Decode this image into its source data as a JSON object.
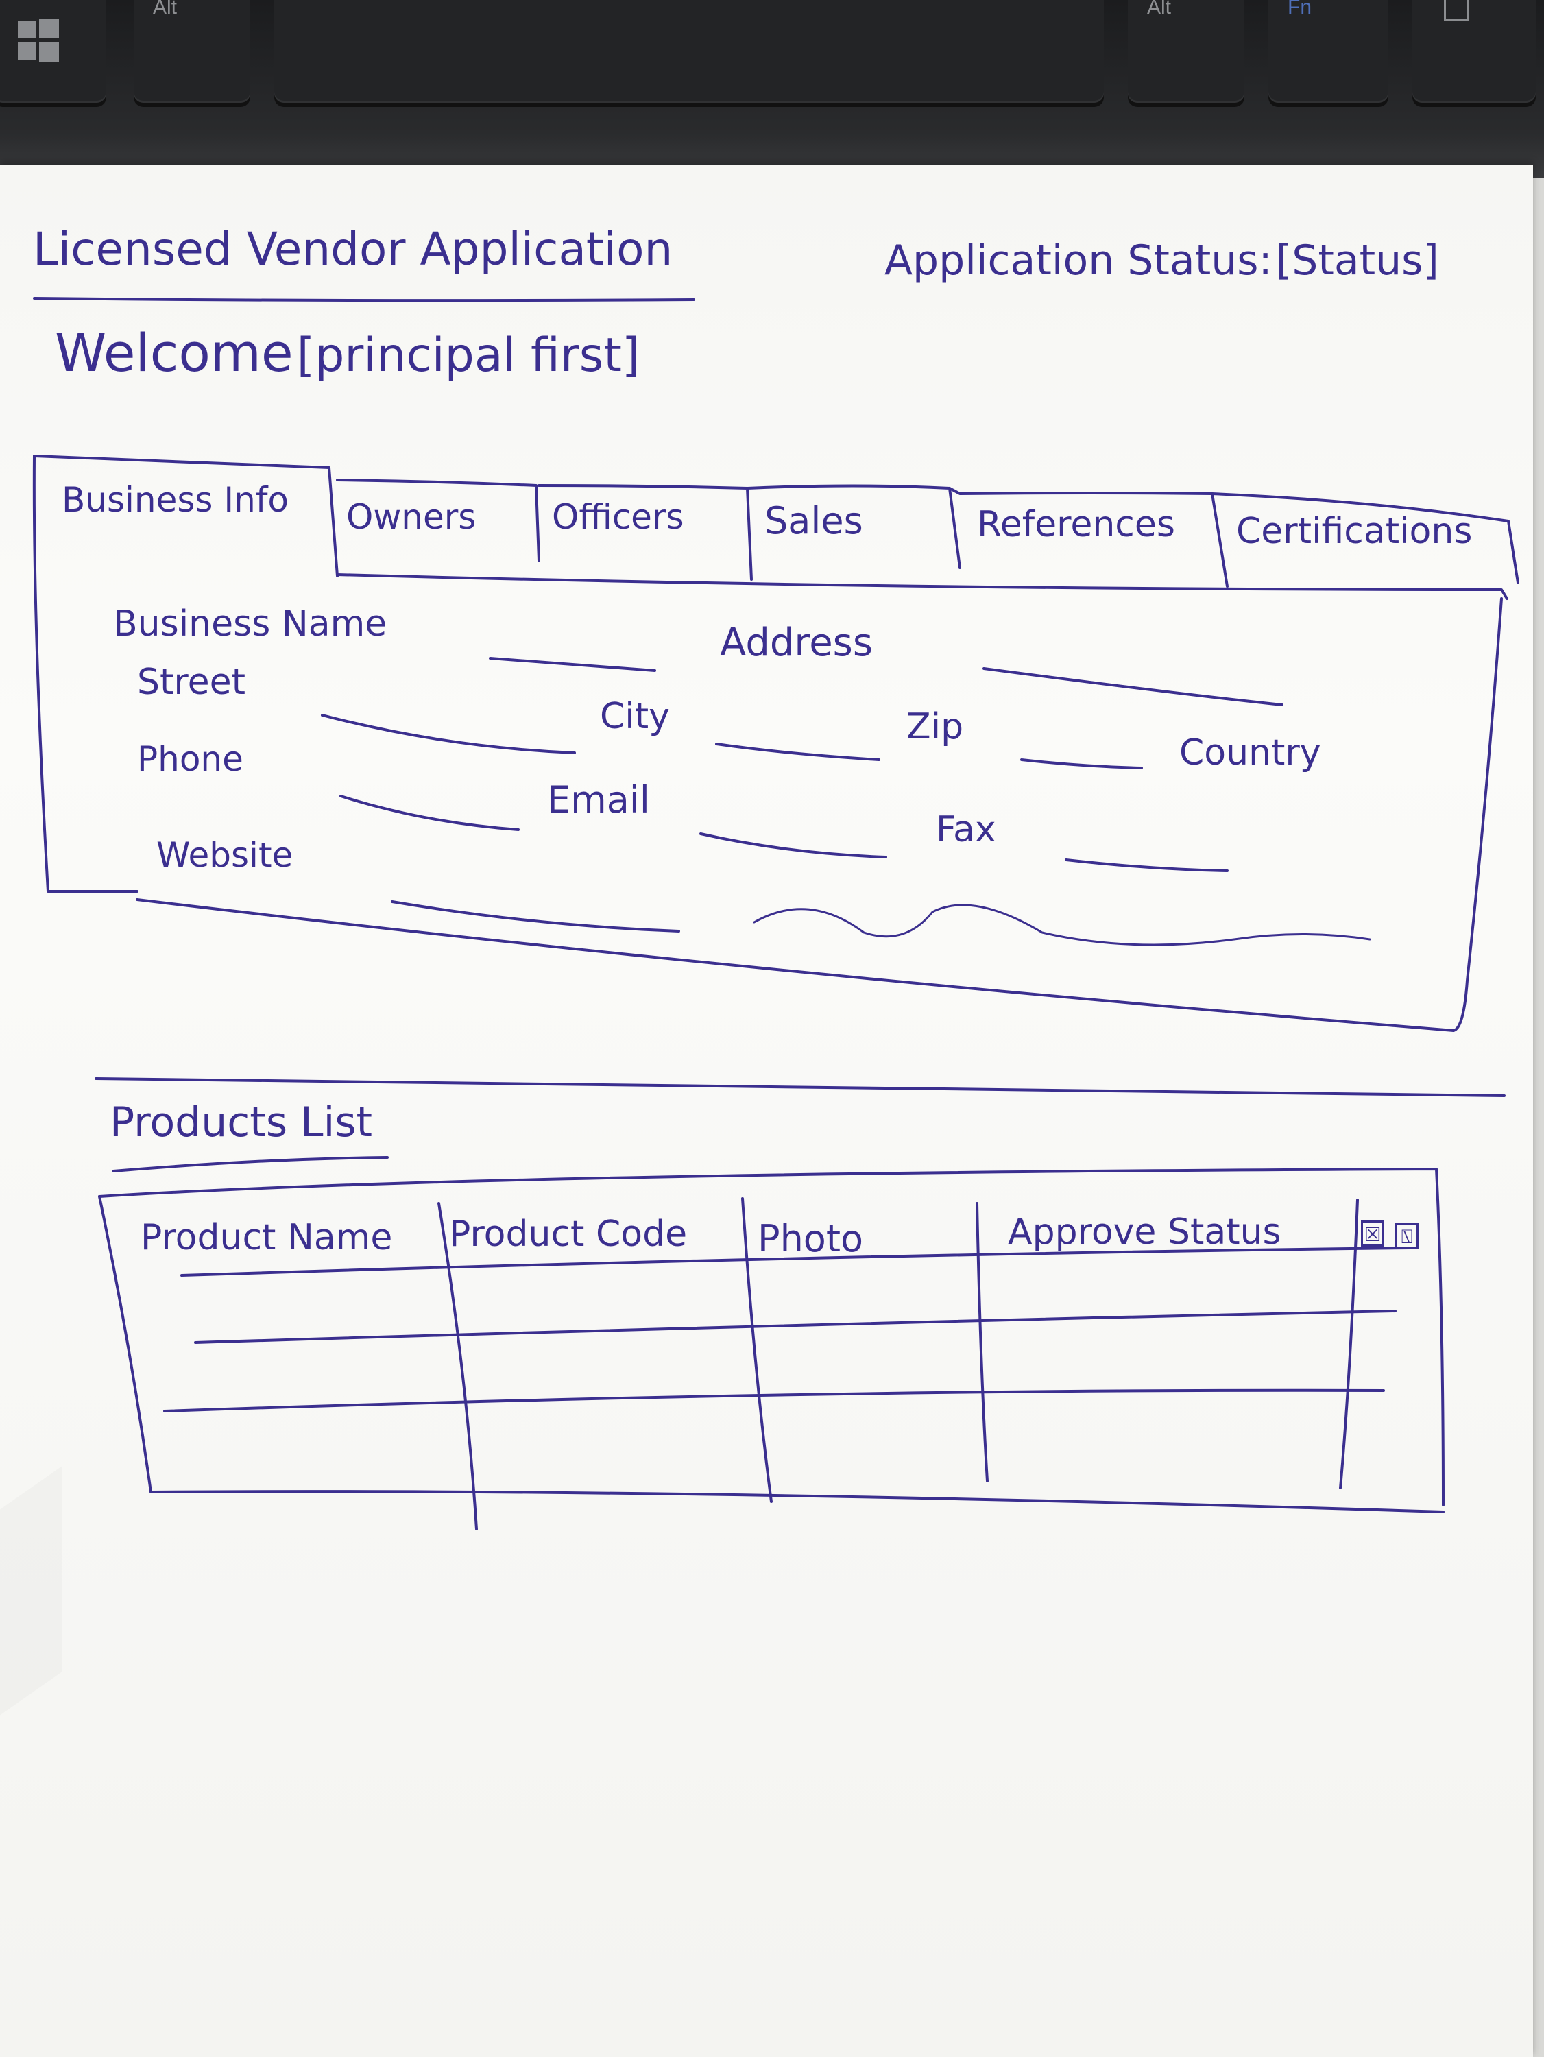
{
  "keyboard": {
    "keys": [
      {
        "label": ""
      },
      {
        "label": "Alt"
      },
      {
        "label": ""
      },
      {
        "label": "Alt"
      },
      {
        "label": "Fn"
      },
      {
        "label": ""
      }
    ]
  },
  "header": {
    "app_title": "Licensed Vendor Application",
    "status_label": "Application Status:",
    "status_value": "[Status]",
    "welcome_text": "Welcome",
    "welcome_name": "[principal first]"
  },
  "tabs": [
    {
      "label": "Business Info",
      "active": true
    },
    {
      "label": "Owners",
      "active": false
    },
    {
      "label": "Officers",
      "active": false
    },
    {
      "label": "Sales",
      "active": false
    },
    {
      "label": "References",
      "active": false
    },
    {
      "label": "Certifications",
      "active": false
    }
  ],
  "business_form": {
    "business_name": "Business Name",
    "address": "Address",
    "street": "Street",
    "city": "City",
    "zip": "Zip",
    "country": "Country",
    "phone": "Phone",
    "email": "Email",
    "fax": "Fax",
    "website": "Website"
  },
  "products": {
    "title": "Products List",
    "columns": [
      "Product Name",
      "Product Code",
      "Photo",
      "Approve Status"
    ],
    "checkbox_checked": "☒",
    "checkbox_unchecked": "⍂"
  },
  "colors": {
    "ink": "#3b2f8f",
    "paper": "#f8f8f5",
    "keyboard": "#1f2022"
  }
}
